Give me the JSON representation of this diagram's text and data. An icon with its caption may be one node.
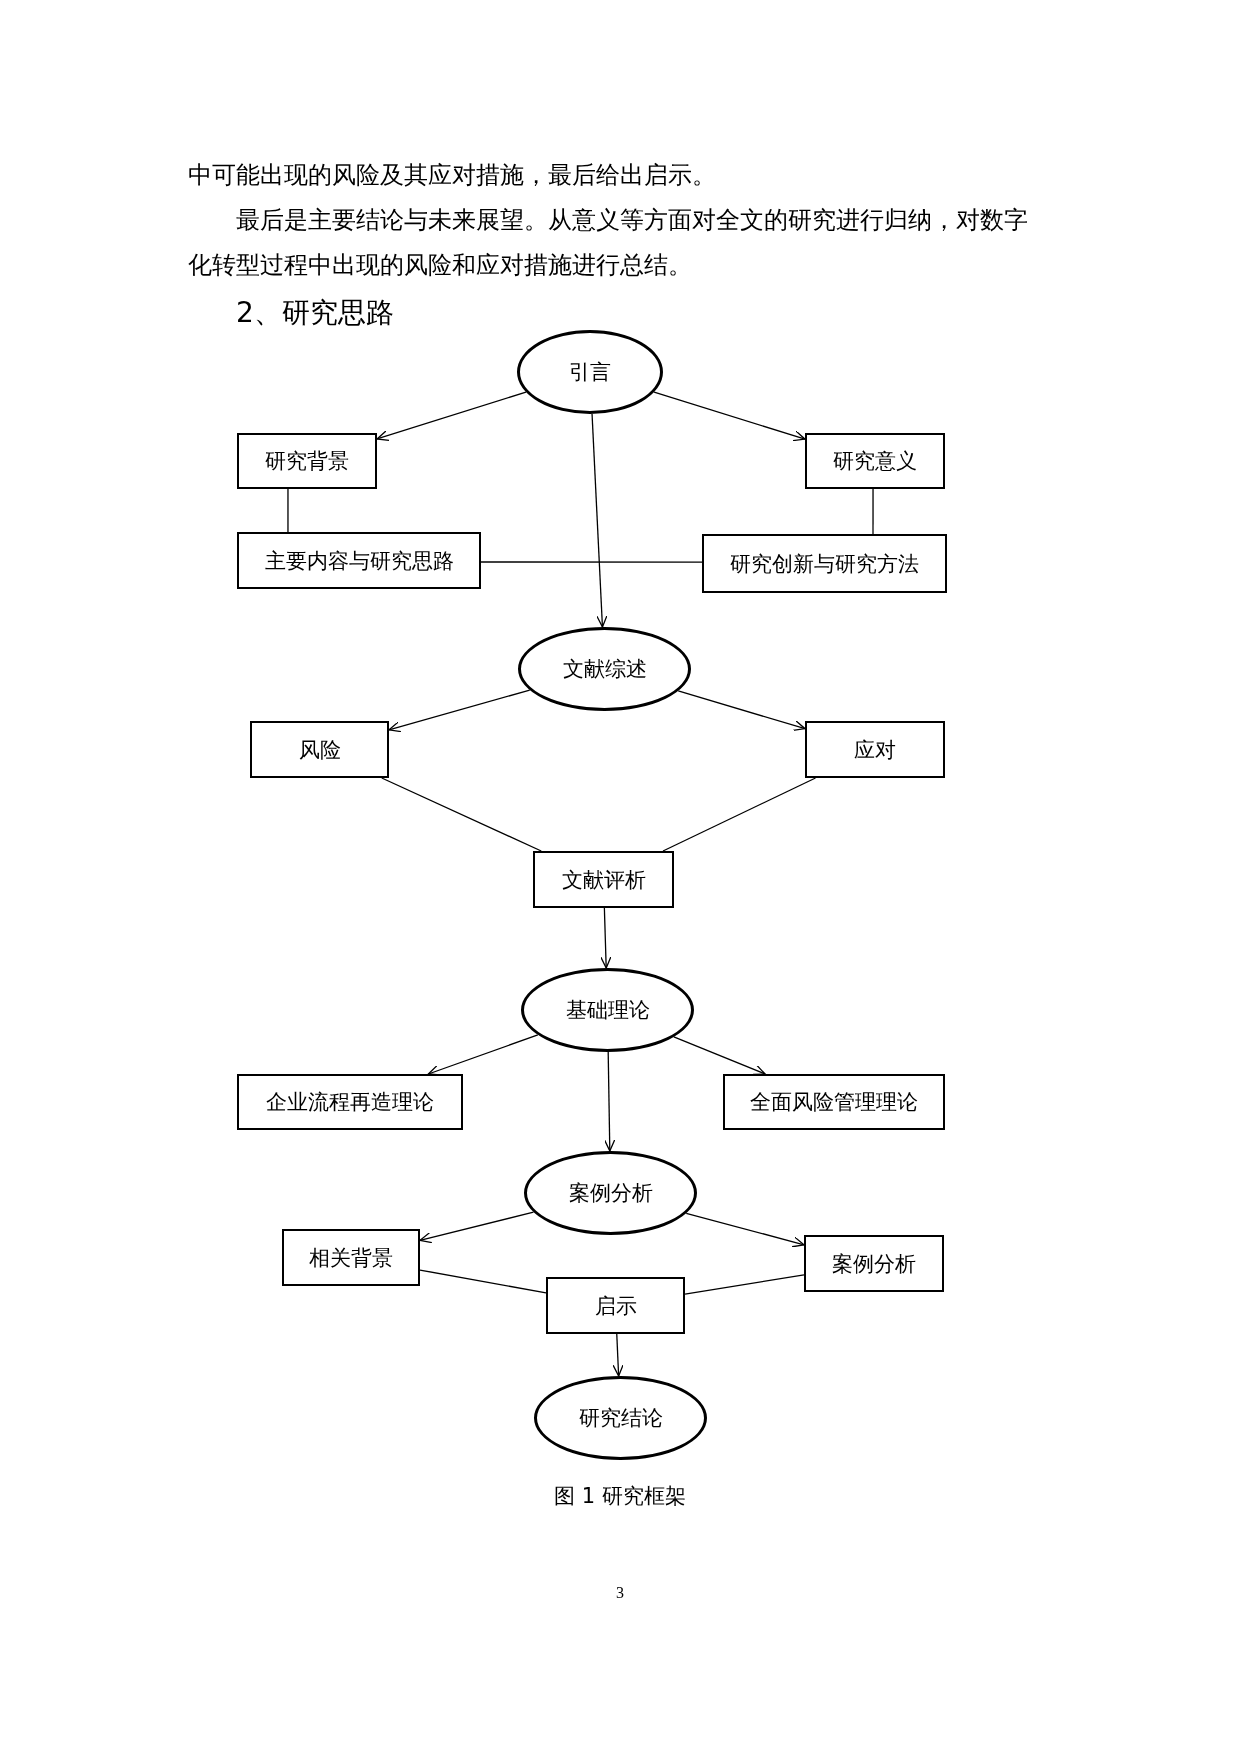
{
  "diagram": {
    "caption": "图 1  研究框架",
    "nodes": [
      {
        "text": [
          "引言"
        ]
      },
      {
        "text": [
          "研究背景"
        ]
      },
      {
        "text": [
          "研究意义"
        ]
      },
      {
        "text": [
          "主要内容与研究思路"
        ]
      },
      {
        "text": [
          "研究创新与研究方法"
        ]
      },
      {
        "text": [
          "文献综述"
        ]
      },
      {
        "text": [
          "风险"
        ]
      },
      {
        "text": [
          "应对"
        ]
      },
      {
        "text": [
          "文献评析"
        ]
      },
      {
        "text": [
          "基础理论"
        ]
      },
      {
        "text": [
          "企业流程再造理论"
        ]
      },
      {
        "text": [
          "全面风险管理理论"
        ]
      },
      {
        "text": [
          "案例分析"
        ]
      },
      {
        "text": [
          "相关背景"
        ]
      },
      {
        "text": [
          "案例分析"
        ]
      },
      {
        "text": [
          "启示"
        ]
      },
      {
        "text": [
          "研究结论"
        ]
      }
    ],
    "edges": [
      {
        "from": 0,
        "to": 1,
        "arrow": "to"
      },
      {
        "from": 0,
        "to": 2,
        "arrow": "to"
      },
      {
        "from": 0,
        "to": 5,
        "arrow": "to"
      },
      {
        "from": 1,
        "to": 3,
        "arrow": "none"
      },
      {
        "from": 2,
        "to": 4,
        "arrow": "none"
      },
      {
        "from": 3,
        "to": 4,
        "arrow": "none"
      },
      {
        "from": 5,
        "to": 6,
        "arrow": "to"
      },
      {
        "from": 5,
        "to": 7,
        "arrow": "to"
      },
      {
        "from": 6,
        "to": 8,
        "arrow": "none"
      },
      {
        "from": 7,
        "to": 8,
        "arrow": "none"
      },
      {
        "from": 8,
        "to": 9,
        "arrow": "to"
      },
      {
        "from": 9,
        "to": 10,
        "arrow": "to"
      },
      {
        "from": 9,
        "to": 11,
        "arrow": "to"
      },
      {
        "from": 9,
        "to": 12,
        "arrow": "to"
      },
      {
        "from": 12,
        "to": 13,
        "arrow": "to"
      },
      {
        "from": 12,
        "to": 14,
        "arrow": "to"
      },
      {
        "from": 13,
        "to": 15,
        "arrow": "none"
      },
      {
        "from": 14,
        "to": 15,
        "arrow": "none"
      },
      {
        "from": 15,
        "to": 16,
        "arrow": "to"
      }
    ],
    "labels": [
      "中可能出现的风险及其应对措施，最后给出启示。",
      "最后是主要结论与未来展望。从意义等方面对全文的研究进行归纳，对数字化转型过程中出现的风险和应对措施进行总结。",
      "2、研究思路",
      "3"
    ]
  }
}
